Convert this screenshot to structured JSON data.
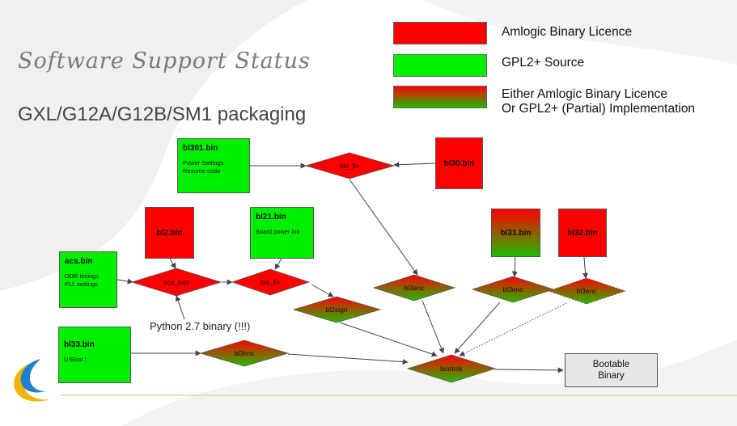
{
  "slide": {
    "title": "Software Support Status",
    "subtitle": "GXL/G12A/G12B/SM1 packaging"
  },
  "colors": {
    "red": "#ff0000",
    "green": "#00ee00",
    "gradient_top": "#ff0000",
    "gradient_bottom": "#22bb00",
    "gold_line": "#e6c77a"
  },
  "legend": {
    "binary": "Amlogic Binary Licence",
    "source": "GPL2+ Source",
    "either_line1": "Either Amlogic Binary Licence",
    "either_line2": "Or GPL2+ (Partial) Implementation"
  },
  "nodes": {
    "bl301": {
      "title": "bl301.bin",
      "line1": "Power Settings",
      "line2": "Resume code"
    },
    "bl30": {
      "title": "bl30.bin"
    },
    "bl2": {
      "title": "bl2.bin"
    },
    "bl21": {
      "title": "bl21.bin",
      "line1": "Board power init"
    },
    "bl31": {
      "title": "bl31.bin"
    },
    "bl32": {
      "title": "bl32.bin"
    },
    "acs": {
      "title": "acs.bin",
      "line1": "DDR timings",
      "line2": "PLL settings"
    },
    "bl33": {
      "title": "bl33.bin",
      "line1": "U-Boot !"
    }
  },
  "diamonds": {
    "blx_fix_top": "blx_fix",
    "acs_tool": "acs_tool",
    "bl2_blx_fix": "blx_fix",
    "bl2sign": "bl2sign",
    "bl3enc_center": "bl3enc",
    "bl3enc_bl31": "bl3enc",
    "bl3enc_bl32": "bl3enc",
    "bl3enc_bl33": "bl3enc",
    "bootmk": "bootmk"
  },
  "note": "Python 2.7 binary (!!!)",
  "output": {
    "line1": "Bootable",
    "line2": "Binary"
  }
}
